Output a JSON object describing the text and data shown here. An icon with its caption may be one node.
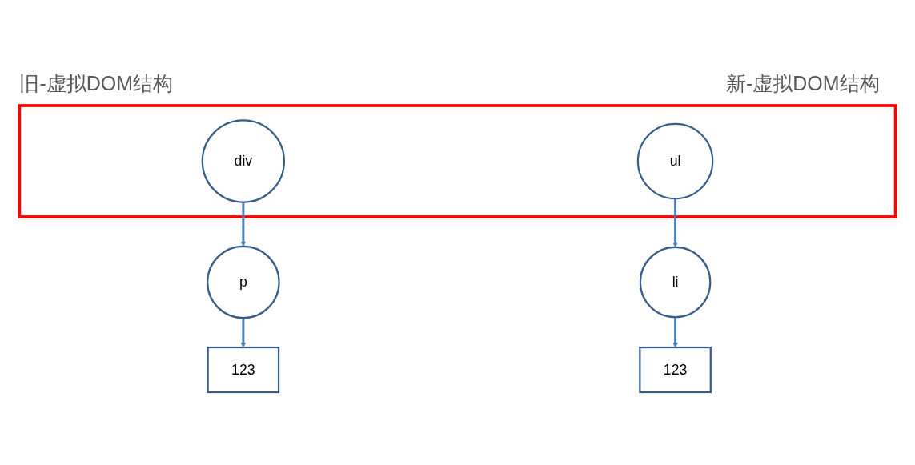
{
  "diagram": {
    "nodes": [
      {
        "text": [],
        "shape": "box"
      },
      {
        "text": [
          "div"
        ],
        "in": 0
      },
      {
        "text": [
          "ul"
        ],
        "in": 0
      },
      {
        "text": [
          "p"
        ]
      },
      {
        "text": [
          "li"
        ]
      },
      {
        "text": [
          "123"
        ]
      },
      {
        "text": [
          "123"
        ]
      }
    ],
    "edges": [
      {
        "from": 1,
        "to": 3,
        "arrow": "to"
      },
      {
        "from": 3,
        "to": 5,
        "arrow": "to"
      },
      {
        "from": 2,
        "to": 4,
        "arrow": "to"
      },
      {
        "from": 4,
        "to": 6,
        "arrow": "to"
      }
    ],
    "labels": [
      "旧-虚拟DOM结构",
      "新-虚拟DOM结构"
    ]
  }
}
